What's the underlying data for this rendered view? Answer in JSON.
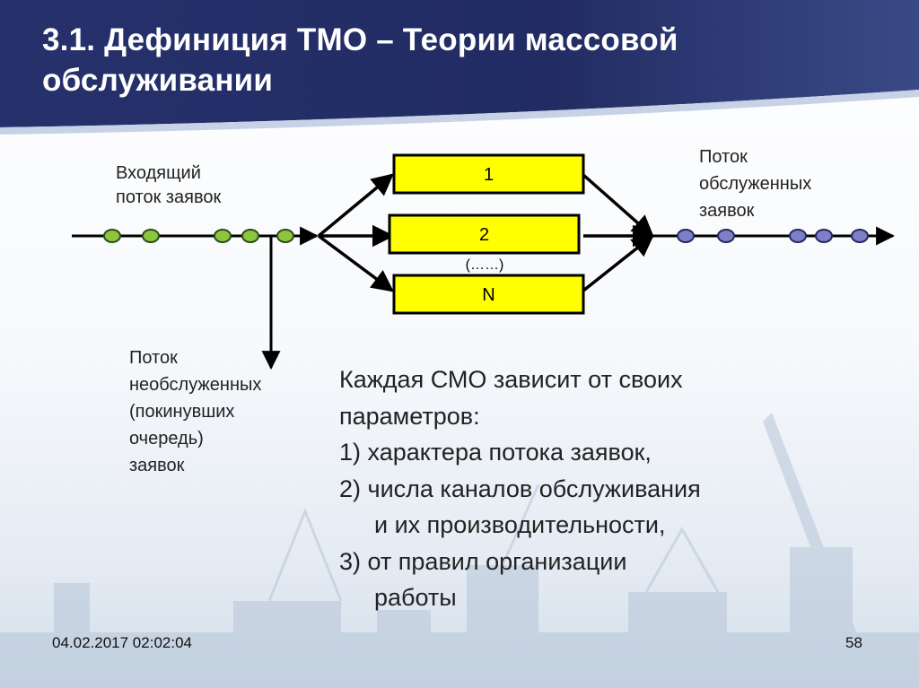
{
  "slide": {
    "title": "3.1. Дефиниция ТМО – Теории массовой обслуживании",
    "footer_date": "04.02.2017 02:02:04",
    "page_number": "58"
  },
  "diagram": {
    "incoming_label": "Входящий\nпоток заявок",
    "served_label": "Поток\nобслуженных\nзаявок",
    "unserved_label": "Поток\nнеобслуженных\n(покинувших\nочередь)\nзаявок",
    "channels": [
      "1",
      "2",
      "N"
    ],
    "ellipsis": "(……)",
    "colors": {
      "channel_fill": "#ffff00",
      "incoming_dot": "#8cc63f",
      "served_dot": "#7e7fc9",
      "line": "#000000",
      "header": "#1f2a63"
    }
  },
  "body": {
    "lines": [
      "Каждая СМО зависит от своих",
      "параметров:",
      "1) характера потока заявок,",
      "2) числа каналов обслуживания",
      "и их производительности,",
      "3) от правил организации",
      "работы"
    ]
  }
}
